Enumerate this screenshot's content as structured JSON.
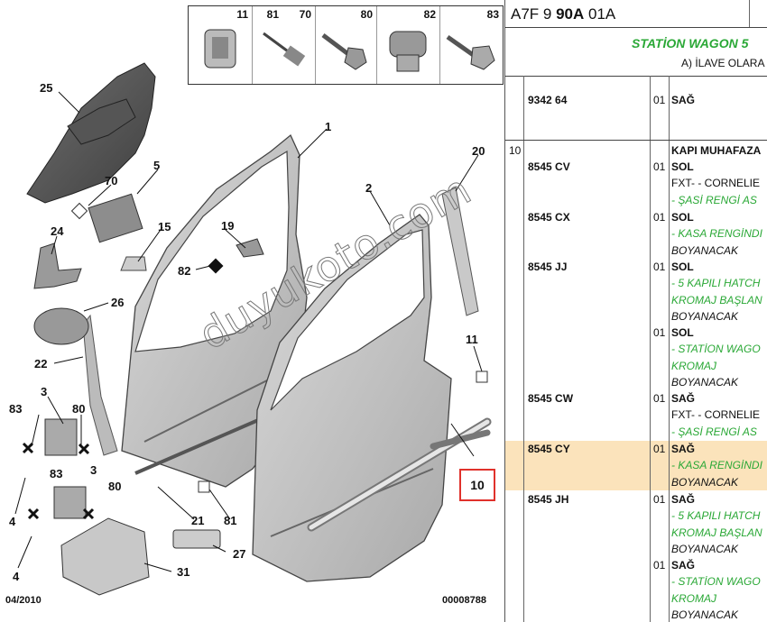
{
  "diagram": {
    "callouts": [
      "25",
      "1",
      "5",
      "70",
      "20",
      "2",
      "19",
      "24",
      "15",
      "82",
      "26",
      "22",
      "3",
      "83",
      "80",
      "11",
      "4",
      "31",
      "21",
      "81",
      "27"
    ],
    "highlight_label": "10",
    "date_code": "04/2010",
    "drawing_number": "00008788",
    "watermark": "duyukoto.com",
    "parts_box": [
      "11",
      "81",
      "70",
      "80",
      "82",
      "83"
    ]
  },
  "parts": {
    "code": {
      "a": "A7F 9 ",
      "b": "90A",
      "c": " 01A"
    },
    "variant": "STATİON WAGON 5",
    "variant_note": "A) İLAVE OLARA",
    "group_num": "10",
    "rows": [
      {
        "ref": "9342 64",
        "qty": "01",
        "lines": [
          {
            "t": "SAĞ",
            "s": "b"
          }
        ]
      },
      {
        "ref": "",
        "qty": "",
        "lines": [
          {
            "t": "KAPI MUHAFAZA",
            "s": "b"
          }
        ]
      },
      {
        "ref": "8545 CV",
        "qty": "01",
        "lines": [
          {
            "t": "SOL",
            "s": "b"
          },
          {
            "t": "FXT- - CORNELIE",
            "s": "n"
          },
          {
            "t": "- ŞASİ RENGİ AS",
            "s": "g"
          }
        ]
      },
      {
        "ref": "8545 CX",
        "qty": "01",
        "lines": [
          {
            "t": "SOL",
            "s": "b"
          },
          {
            "t": "- KASA RENGİNDI",
            "s": "g"
          },
          {
            "t": "BOYANACAK",
            "s": "i"
          }
        ]
      },
      {
        "ref": "8545 JJ",
        "qty": "01",
        "lines": [
          {
            "t": "SOL",
            "s": "b"
          },
          {
            "t": "- 5 KAPILI HATCH",
            "s": "g"
          },
          {
            "t": "KROMAJ BAŞLAN",
            "s": "g"
          },
          {
            "t": "BOYANACAK",
            "s": "i"
          }
        ]
      },
      {
        "ref": "",
        "qty": "01",
        "lines": [
          {
            "t": "SOL",
            "s": "b"
          },
          {
            "t": "- STATİON WAGO",
            "s": "g"
          },
          {
            "t": "KROMAJ",
            "s": "g"
          },
          {
            "t": "BOYANACAK",
            "s": "i"
          }
        ]
      },
      {
        "ref": "8545 CW",
        "qty": "01",
        "lines": [
          {
            "t": "SAĞ",
            "s": "b"
          },
          {
            "t": "FXT- - CORNELIE",
            "s": "n"
          },
          {
            "t": "- ŞASİ RENGİ AS",
            "s": "g"
          }
        ]
      },
      {
        "ref": "8545 CY",
        "qty": "01",
        "lines": [
          {
            "t": "SAĞ",
            "s": "b"
          },
          {
            "t": "- KASA RENGİNDI",
            "s": "g"
          },
          {
            "t": "BOYANACAK",
            "s": "i"
          }
        ]
      },
      {
        "ref": "8545 JH",
        "qty": "01",
        "lines": [
          {
            "t": "SAĞ",
            "s": "b"
          },
          {
            "t": "- 5 KAPILI HATCH",
            "s": "g"
          },
          {
            "t": "KROMAJ BAŞLAN",
            "s": "g"
          },
          {
            "t": "BOYANACAK",
            "s": "i"
          }
        ]
      },
      {
        "ref": "",
        "qty": "01",
        "lines": [
          {
            "t": "SAĞ",
            "s": "b"
          },
          {
            "t": "- STATİON WAGO",
            "s": "g"
          },
          {
            "t": "KROMAJ",
            "s": "g"
          },
          {
            "t": "BOYANACAK",
            "s": "i"
          }
        ]
      }
    ],
    "highlight_color": "#fbe3bb",
    "green_text_color": "#2aa836"
  }
}
